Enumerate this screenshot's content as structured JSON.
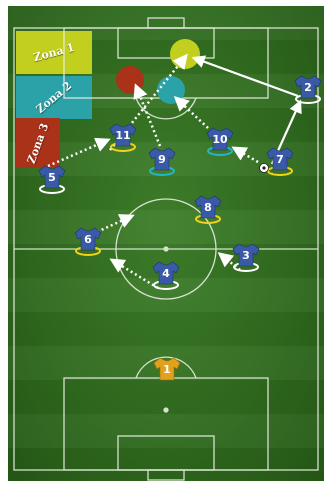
{
  "zones": [
    {
      "label": "Zona 1",
      "color": "#c2cf1e"
    },
    {
      "label": "Zona 2",
      "color": "#2aa2a8"
    },
    {
      "label": "Zona 3",
      "color": "#a93218"
    }
  ],
  "colors": {
    "grass": "#2f6a1e",
    "lines": "#e8efe2",
    "shirt": "#3a5aa8",
    "goalkeeper_shirt": "#e0a21c",
    "ring_default": "#ffffff",
    "ring_yellow": "#f2d21a",
    "ring_cyan": "#22b6c8",
    "target_yellow": "#c2cf1e",
    "target_red": "#a93218",
    "target_cyan": "#2aa2a8"
  },
  "players": [
    {
      "number": "1",
      "team": "goalkeeper",
      "ring": "none"
    },
    {
      "number": "2",
      "team": "outfield",
      "ring": "white"
    },
    {
      "number": "3",
      "team": "outfield",
      "ring": "white"
    },
    {
      "number": "4",
      "team": "outfield",
      "ring": "white"
    },
    {
      "number": "5",
      "team": "outfield",
      "ring": "white"
    },
    {
      "number": "6",
      "team": "outfield",
      "ring": "yellow"
    },
    {
      "number": "7",
      "team": "outfield",
      "ring": "yellow"
    },
    {
      "number": "8",
      "team": "outfield",
      "ring": "yellow"
    },
    {
      "number": "9",
      "team": "outfield",
      "ring": "cyan"
    },
    {
      "number": "10",
      "team": "outfield",
      "ring": "cyan"
    },
    {
      "number": "11",
      "team": "outfield",
      "ring": "yellow"
    }
  ],
  "icons": {
    "ball": "soccer-ball-icon",
    "shirt": "jersey-icon"
  }
}
